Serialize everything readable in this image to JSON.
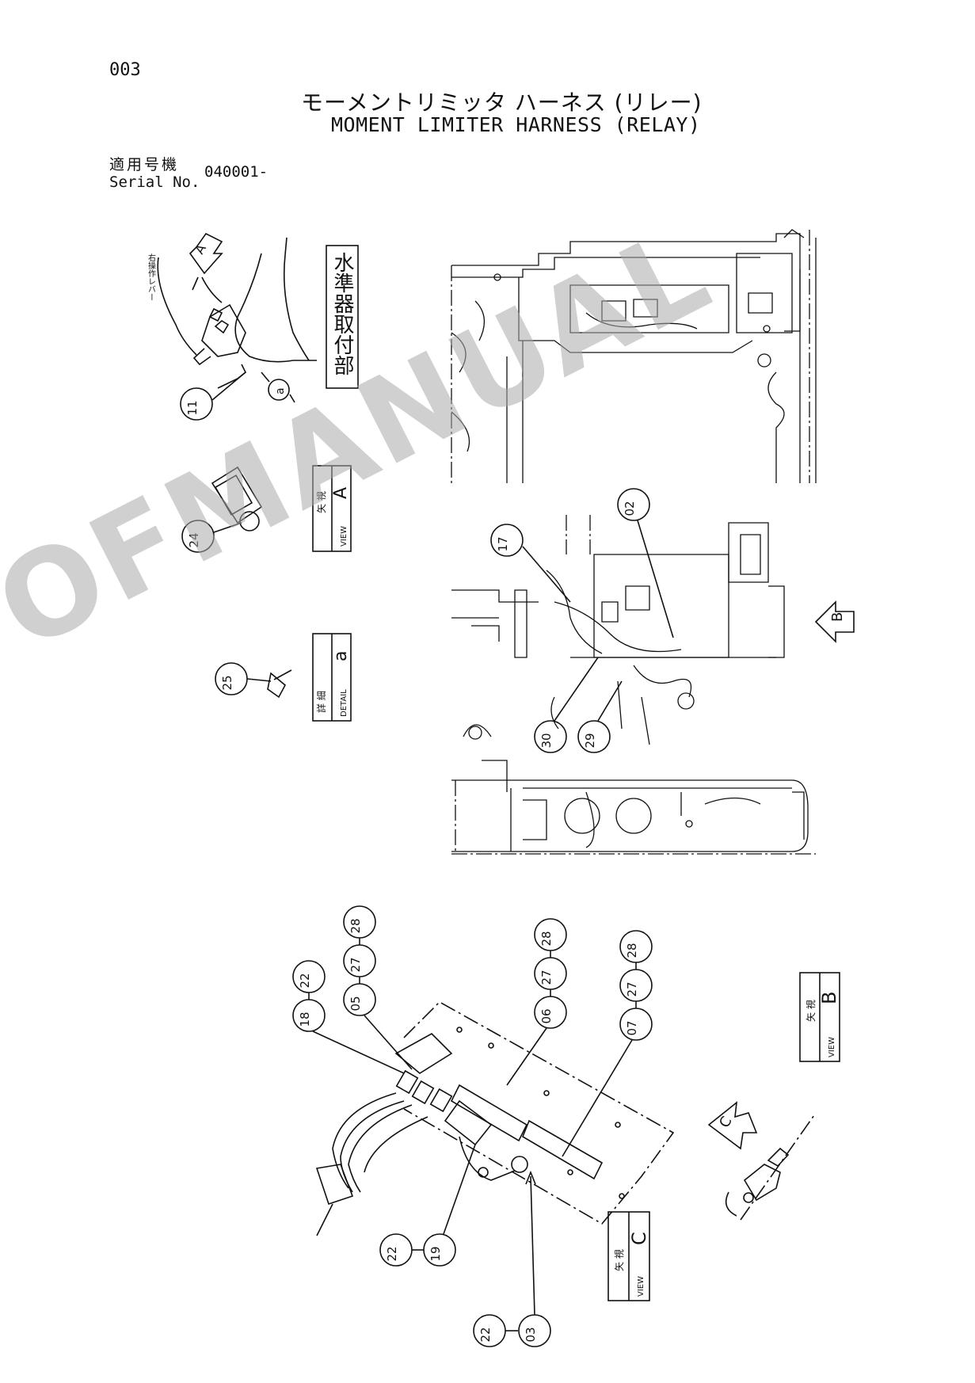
{
  "page_number": "003",
  "title_jp": "モーメントリミッタ ハーネス (リレー)",
  "title_en": "MOMENT LIMITER HARNESS (RELAY)",
  "serial_label_jp": "適用号機",
  "serial_label_en": "Serial No.",
  "serial_value": "040001-",
  "watermark": "OFMANUAL",
  "vertical_note_jp": "水準器取付部",
  "lever_note_jp": "右操作レバー",
  "views": [
    {
      "jp": "矢 視",
      "en": "VIEW",
      "letter": "A"
    },
    {
      "jp": "詳 細",
      "en": "DETAIL",
      "letter": "a"
    },
    {
      "jp": "矢 視",
      "en": "VIEW",
      "letter": "B"
    },
    {
      "jp": "矢 視",
      "en": "VIEW",
      "letter": "C"
    }
  ],
  "arrows": [
    "A",
    "a",
    "B",
    "C"
  ],
  "callouts": [
    "11",
    "24",
    "25",
    "17",
    "02",
    "30",
    "29",
    "18",
    "22",
    "05",
    "27",
    "28",
    "06",
    "27",
    "28",
    "07",
    "27",
    "28",
    "22",
    "19",
    "22",
    "03"
  ],
  "colors": {
    "ink": "#111111",
    "watermark": "#aaaaaa"
  }
}
